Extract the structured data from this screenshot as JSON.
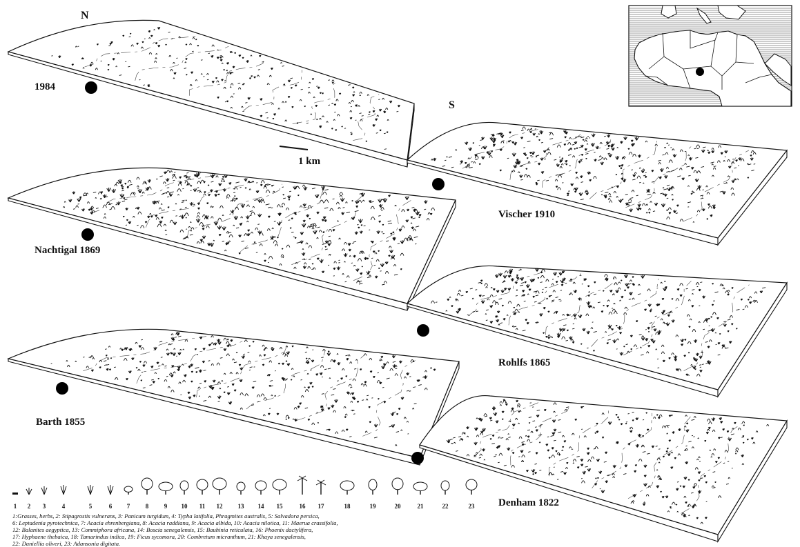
{
  "orientation": {
    "north": "N",
    "south": "S"
  },
  "scale_bar": "1 km",
  "panels": [
    {
      "key": "p1984",
      "year_label": "1984",
      "density": 0.55
    },
    {
      "key": "p1910",
      "year_label": "Vischer 1910",
      "density": 1.0
    },
    {
      "key": "p1869",
      "year_label": "Nachtigal 1869",
      "density": 1.35
    },
    {
      "key": "p1865",
      "year_label": "Rohlfs 1865",
      "density": 1.0
    },
    {
      "key": "p1855",
      "year_label": "Barth 1855",
      "density": 0.9
    },
    {
      "key": "p1822",
      "year_label": "Denham 1822",
      "density": 0.9
    }
  ],
  "legend": {
    "numbers": [
      "1",
      "2",
      "3",
      "4",
      "5",
      "6",
      "7",
      "8",
      "9",
      "10",
      "11",
      "12",
      "13",
      "14",
      "15",
      "16",
      "17",
      "18",
      "19",
      "20",
      "21",
      "22",
      "23"
    ],
    "caption_lines": [
      "1:Grasses, herbs, 2: Stipagrostis vulnerans, 3: Panicum turgidum, 4: Typha latifolia, Phragmites australis, 5: Salvadora persica,",
      "6: Leptadenia pyrotechnica, 7: Acacia ehrenbergiana, 8: Acacia raddiana, 9: Acacia albida, 10: Acacia nilotica, 11: Maerua crassifolia,",
      "12: Balanites aegyptica, 13: Commiphora africana, 14: Boscia senegalensis, 15: Bauhinia reticulata, 16: Phoenix dactylifera,",
      "17: Hyphaene thebaica, 18: Tamarindus indica, 19: Ficus sycomora, 20: Combretum micranthum, 21: Khaya senegalensis,",
      "22: Daniellia oliveri, 23: Adansonia digitata."
    ]
  }
}
